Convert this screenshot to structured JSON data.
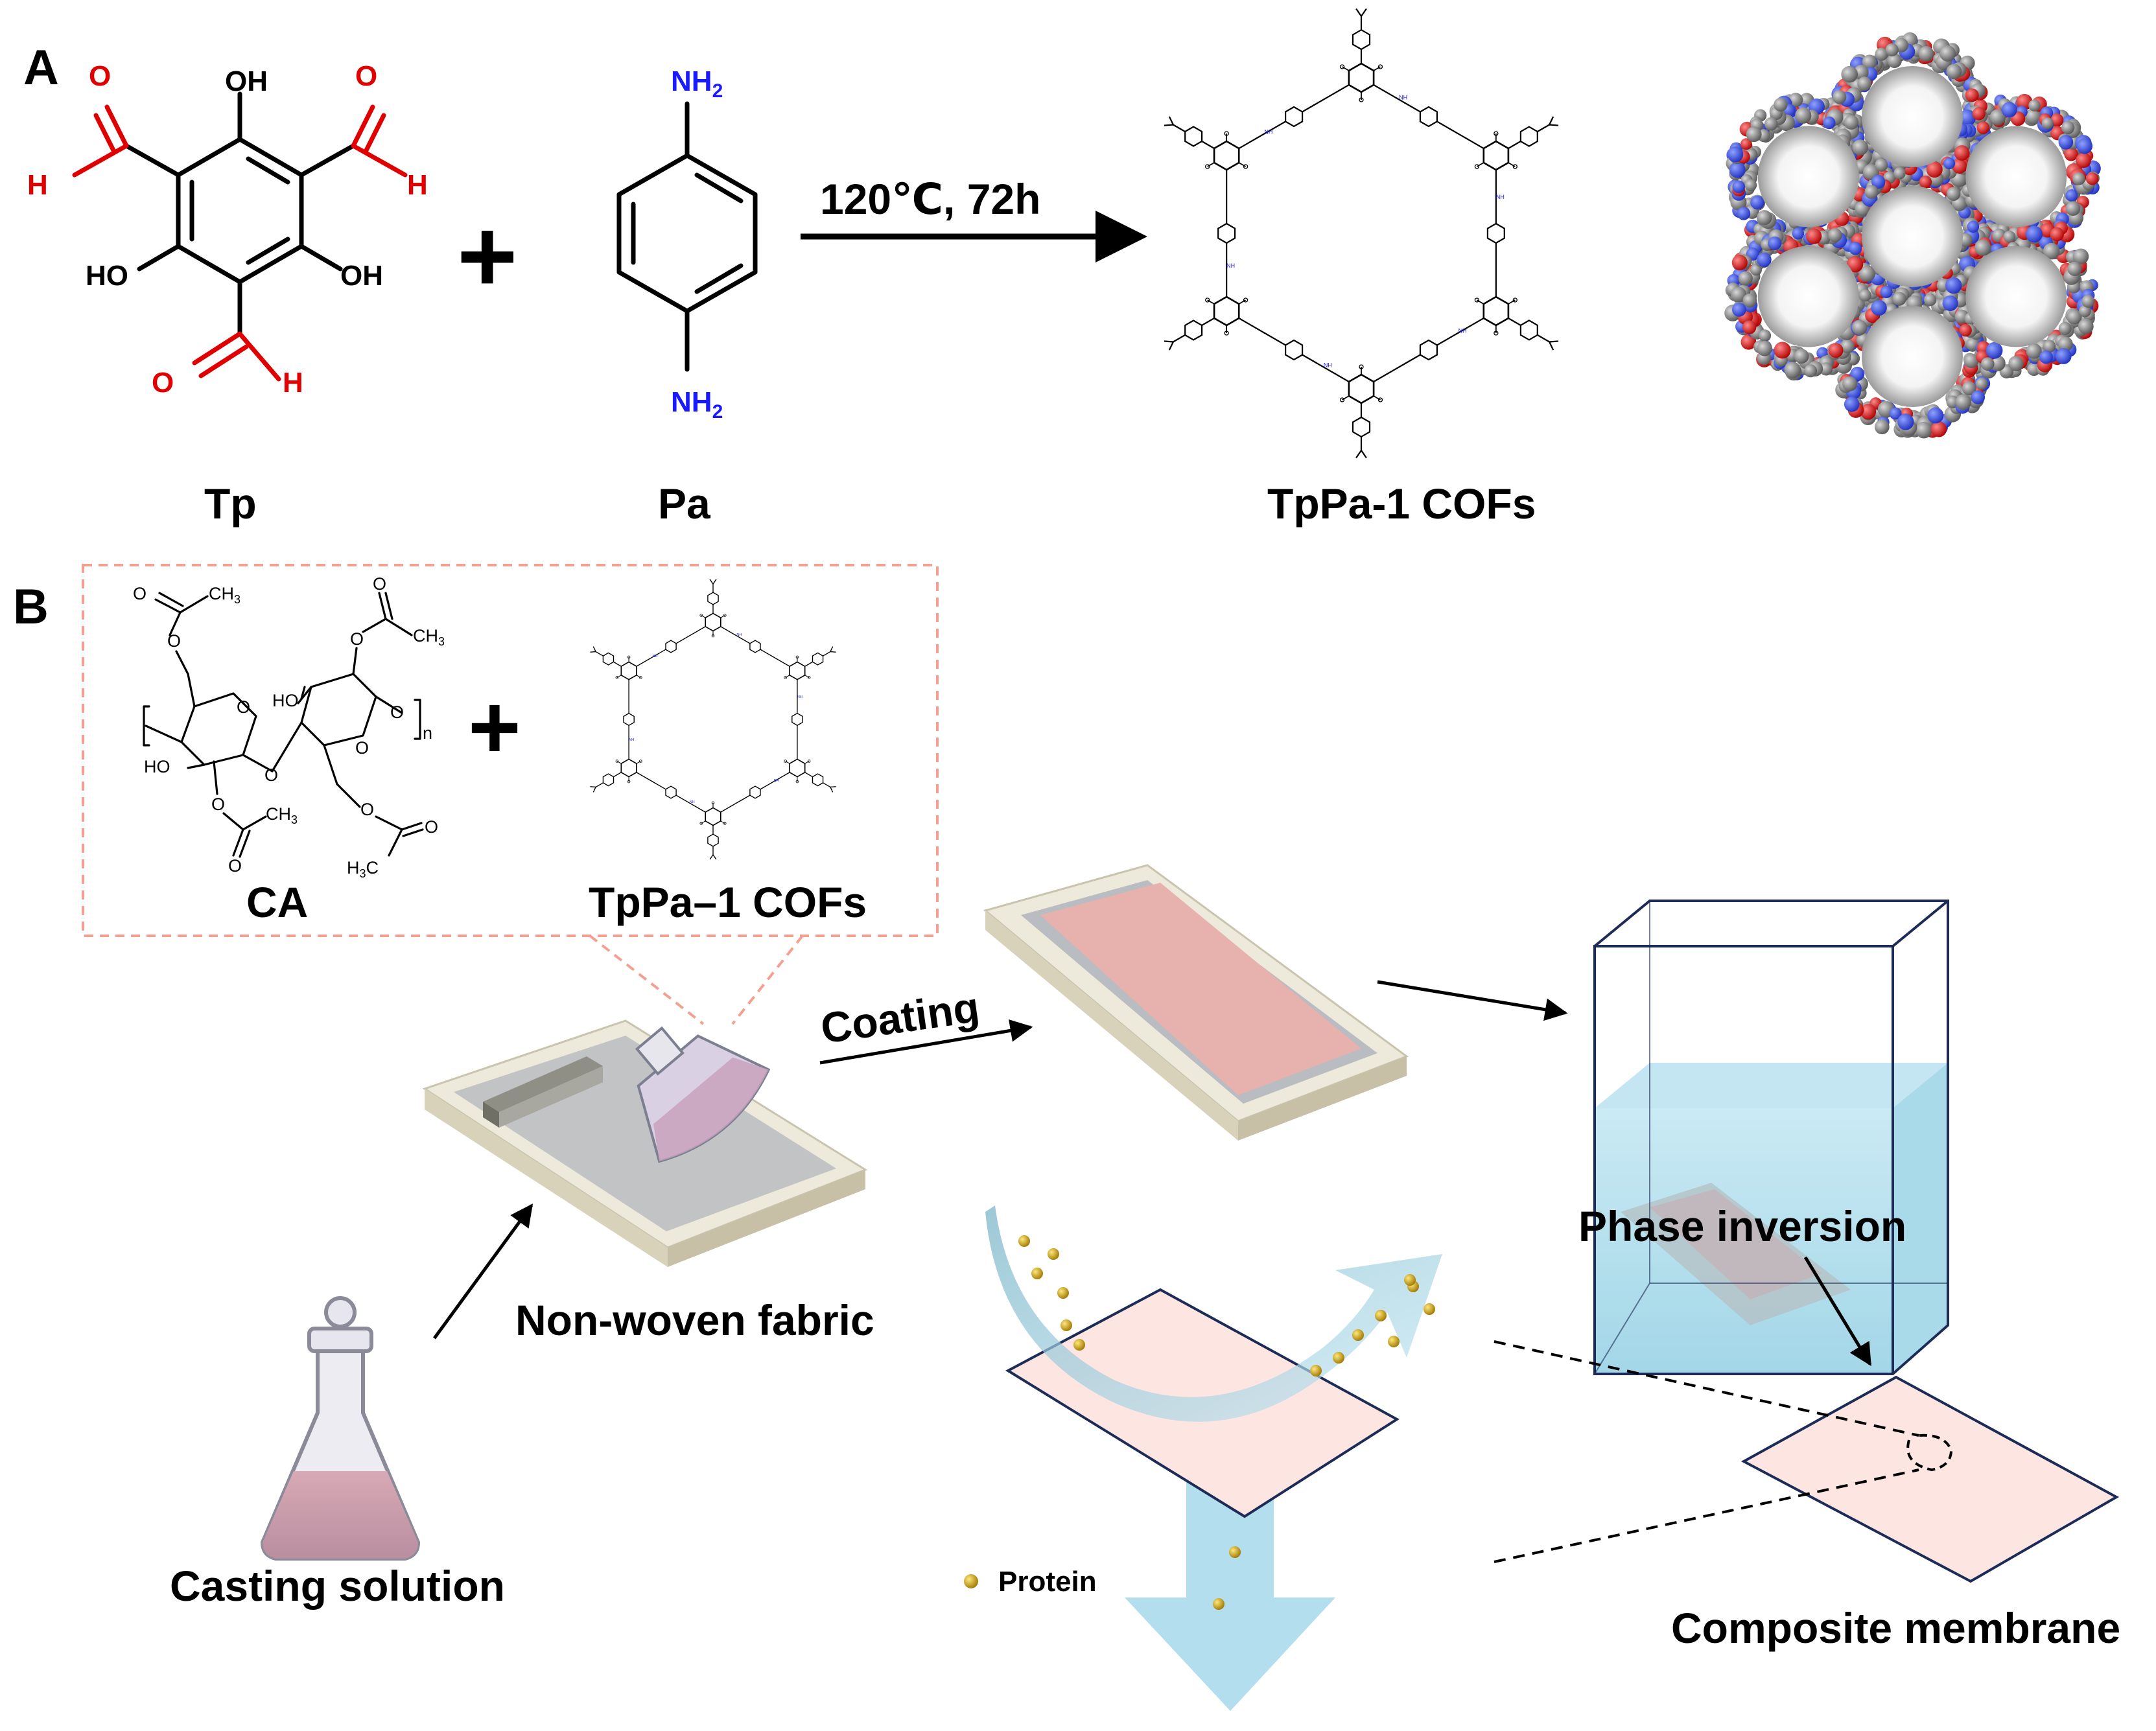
{
  "panels": {
    "a": "A",
    "b": "B"
  },
  "reaction": {
    "tp_label": "Tp",
    "pa_label": "Pa",
    "plus": "+",
    "condition": "120℃, 72h",
    "product_label": "TpPa-1 COFs"
  },
  "atoms": {
    "oh": "OH",
    "ho": "HO",
    "o": "O",
    "h": "H",
    "nh2": "NH",
    "sub2": "2",
    "ch3": "CH",
    "sub3": "3",
    "h3c": "H",
    "n": "n",
    "nh": "NH"
  },
  "panel_b": {
    "ca_label": "CA",
    "cof_label": "TpPa–1 COFs",
    "plus": "+",
    "coating": "Coating",
    "fabric": "Non-woven fabric",
    "casting": "Casting solution",
    "phase": "Phase inversion",
    "composite": "Composite membrane",
    "protein": "Protein"
  },
  "colors": {
    "aldehyde": "#e00000",
    "amine": "#1a1aff",
    "dashed_box": "#f4a090",
    "membrane_fill": "#fde5e2",
    "membrane_edge": "#1d2b57",
    "water": "#9ad4e8",
    "protein": "#c9a000",
    "flow_arrow": "#a6d8ea"
  }
}
